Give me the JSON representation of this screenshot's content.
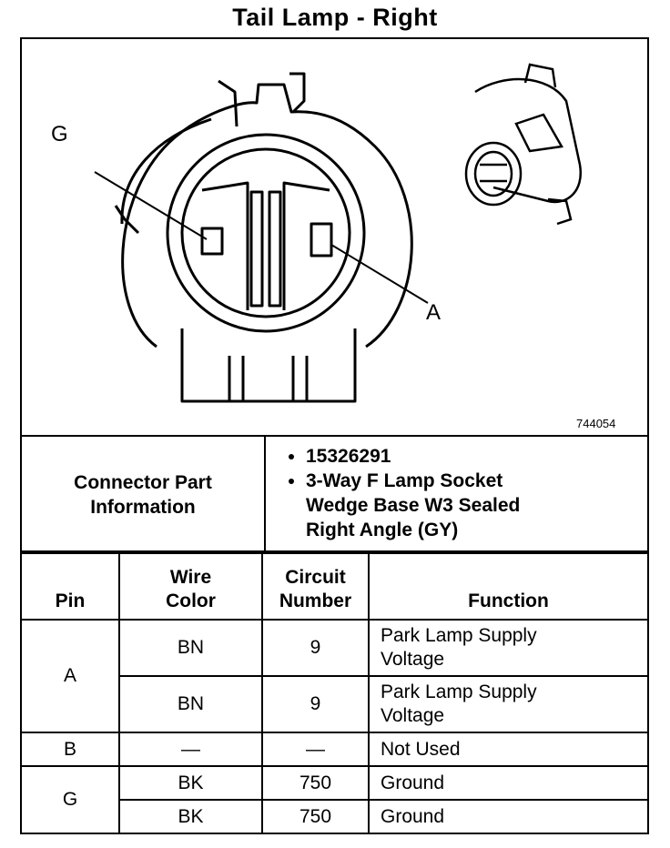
{
  "title": "Tail Lamp - Right",
  "figure_number": "744054",
  "callouts": {
    "g": "G",
    "a": "A"
  },
  "connector_info": {
    "label_line1": "Connector Part",
    "label_line2": "Information",
    "part_number": "15326291",
    "description_line1": "3-Way F Lamp Socket",
    "description_line2": "Wedge Base W3 Sealed",
    "description_line3": "Right Angle (GY)"
  },
  "pin_table": {
    "headers": {
      "pin": "Pin",
      "wire_color_1": "Wire",
      "wire_color_2": "Color",
      "circuit_1": "Circuit",
      "circuit_2": "Number",
      "function": "Function"
    },
    "rows": [
      {
        "pin": "A",
        "wire": "BN",
        "circuit": "9",
        "function_1": "Park Lamp Supply",
        "function_2": "Voltage"
      },
      {
        "pin": "A",
        "wire": "BN",
        "circuit": "9",
        "function_1": "Park Lamp Supply",
        "function_2": "Voltage"
      },
      {
        "pin": "B",
        "wire": "—",
        "circuit": "—",
        "function_1": "Not Used",
        "function_2": ""
      },
      {
        "pin": "G",
        "wire": "BK",
        "circuit": "750",
        "function_1": "Ground",
        "function_2": ""
      },
      {
        "pin": "G",
        "wire": "BK",
        "circuit": "750",
        "function_1": "Ground",
        "function_2": ""
      }
    ]
  }
}
